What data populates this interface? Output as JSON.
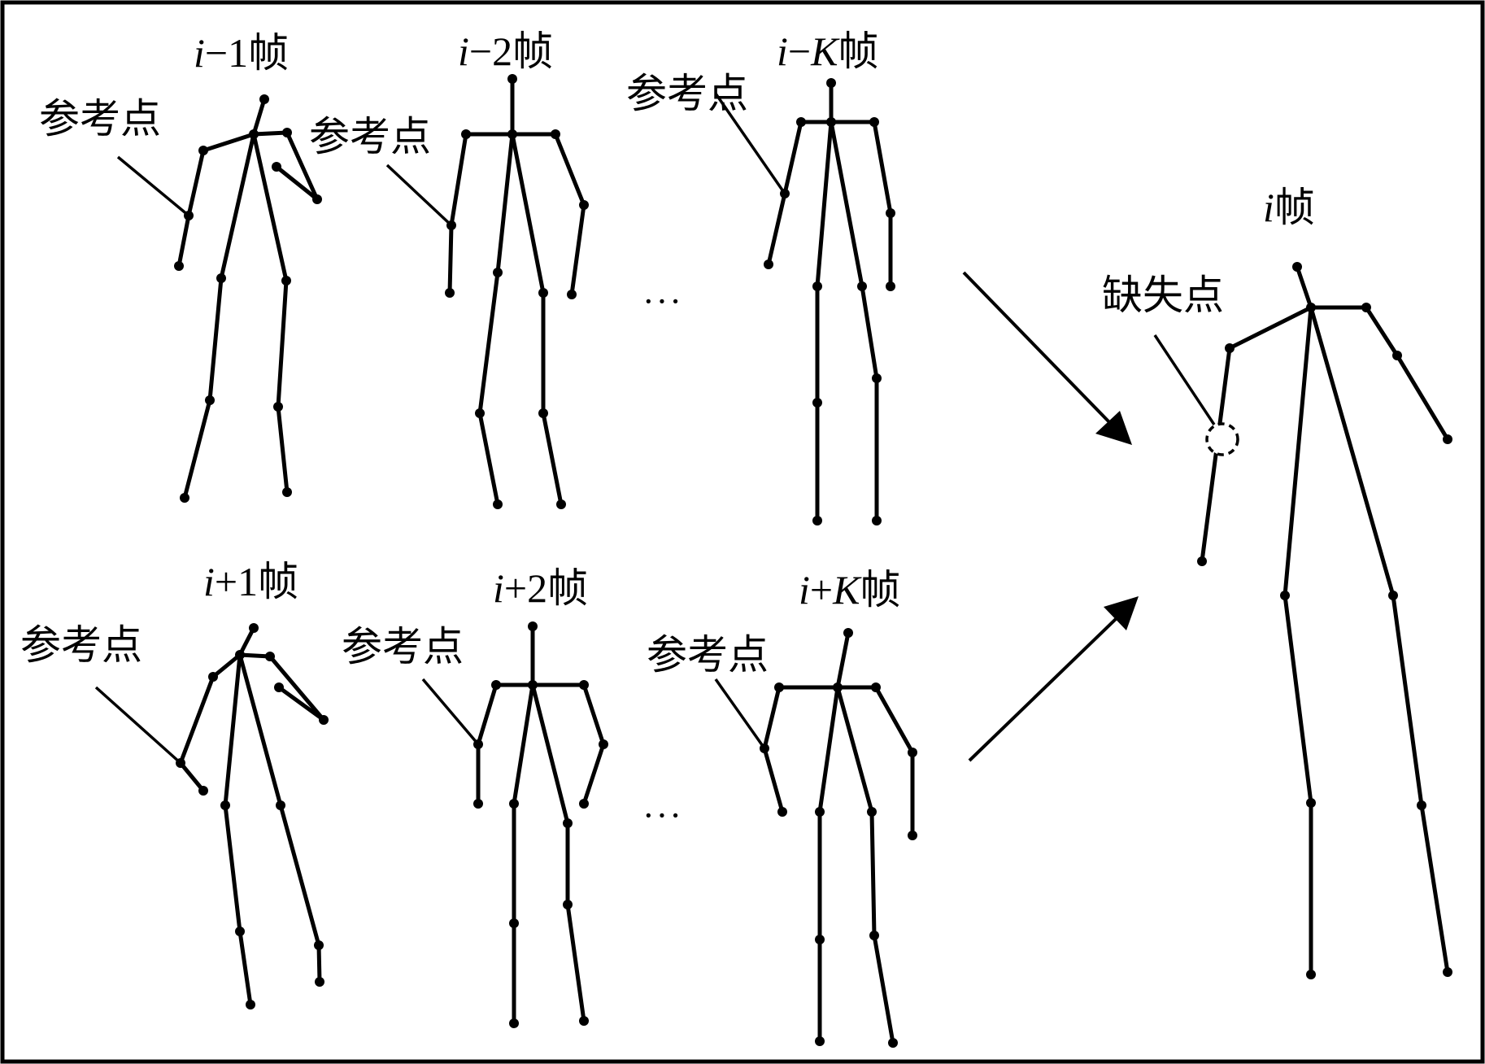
{
  "frames": {
    "prev1": {
      "var": "i",
      "op": "−",
      "num": "1",
      "suffix": "帧"
    },
    "prev2": {
      "var": "i",
      "op": "−",
      "num": "2",
      "suffix": "帧"
    },
    "prevK": {
      "var": "i",
      "op": "−",
      "num": "K",
      "suffix": "帧"
    },
    "next1": {
      "var": "i",
      "op": "+",
      "num": "1",
      "suffix": "帧"
    },
    "next2": {
      "var": "i",
      "op": "+",
      "num": "2",
      "suffix": "帧"
    },
    "nextK": {
      "var": "i",
      "op": "+",
      "num": "K",
      "suffix": "帧"
    },
    "current": {
      "var": "i",
      "suffix": "帧"
    }
  },
  "labels": {
    "reference_point": "参考点",
    "missing_point": "缺失点",
    "ellipsis": "···"
  },
  "colors": {
    "stroke": "#000000",
    "background": "#ffffff"
  }
}
